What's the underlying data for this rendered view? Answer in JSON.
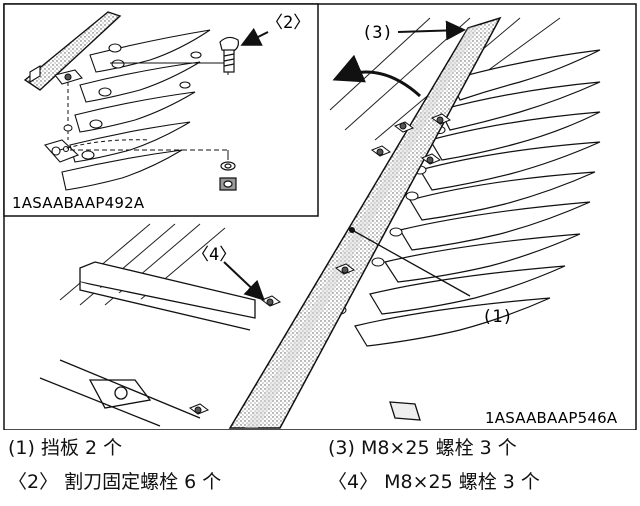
{
  "diagram": {
    "inset_code": "1ASAABAAP492A",
    "main_code": "1ASAABAAP546A",
    "callouts": {
      "c1": "(1)",
      "c2": "〈2〉",
      "c3": "(3)",
      "c4": "〈4〉"
    }
  },
  "legend": [
    {
      "text": "(1) 挡板 2 个"
    },
    {
      "text": "(3) M8×25 螺栓 3 个"
    },
    {
      "text": "〈2〉 割刀固定螺栓 6 个"
    },
    {
      "text": "〈4〉 M8×25 螺栓 3 个"
    }
  ]
}
